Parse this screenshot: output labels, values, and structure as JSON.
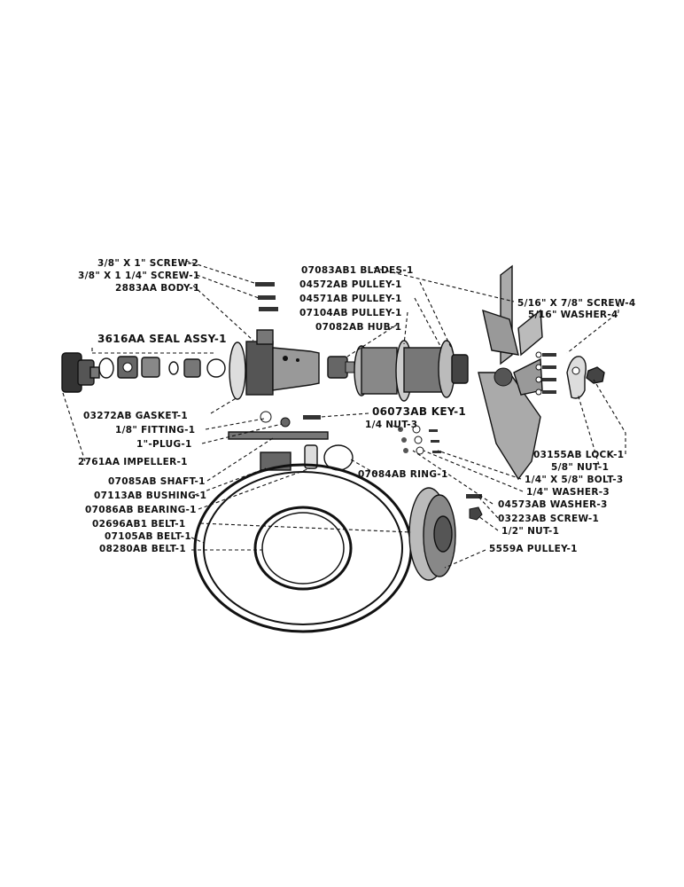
{
  "labels": {
    "screw2": "3/8\" X 1\" SCREW-2",
    "screw1": "3/8\" X 1 1/4\" SCREW-1",
    "body": "2883AA BODY-1",
    "seal": "3616AA SEAL ASSY-1",
    "blades": "07083AB1 BLADES-1",
    "pulley04572": "04572AB PULLEY-1",
    "pulley04571": "04571AB PULLEY-1",
    "pulley07104": "07104AB PULLEY-1",
    "hub": "07082AB HUB-1",
    "screw4": "5/16\" X 7/8\" SCREW-4",
    "washer4": "5/16\" WASHER-4",
    "gasket": "03272AB GASKET-1",
    "fitting": "1/8\" FITTING-1",
    "plug": "1\"-PLUG-1",
    "key": "06073AB KEY-1",
    "nut3": "1/4 NUT-3",
    "impeller": "2761AA IMPELLER-1",
    "lock": "03155AB LOCK-1",
    "nut1": "5/8\" NUT-1",
    "bolt3": "1/4\" X 5/8\" BOLT-3",
    "washer3q": "1/4\" WASHER-3",
    "shaft": "07085AB SHAFT-1",
    "bushing": "07113AB BUSHING-1",
    "bearing": "07086AB BEARING-1",
    "ring": "07084AB RING-1",
    "washer3": "04573AB WASHER-3",
    "screw03223": "03223AB SCREW-1",
    "nut12": "1/2\" NUT-1",
    "belt02696": "02696AB1 BELT-1",
    "belt07105": "07105AB BELT-1",
    "belt08280": "08280AB BELT-1",
    "pulley5559": "5559A PULLEY-1"
  }
}
